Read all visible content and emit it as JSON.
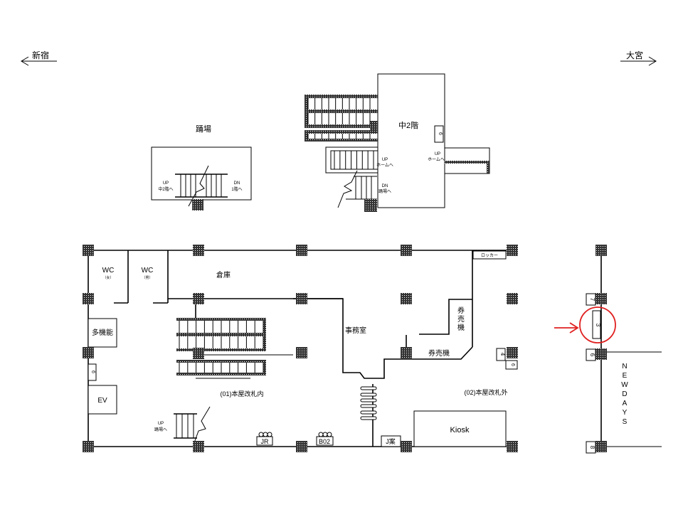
{
  "directions": {
    "left": {
      "label": "新宿"
    },
    "right": {
      "label": "大宮"
    }
  },
  "mezzanine_odoriba": {
    "title": "踊場",
    "stair_left": {
      "line1": "UP",
      "line2": "中2階へ"
    },
    "stair_right": {
      "line1": "DN",
      "line2": "1階へ"
    }
  },
  "mezzanine_2f": {
    "title": "中2階",
    "exit_number": "6",
    "stair_left_upper": {
      "line1": "UP",
      "line2": "ホームへ"
    },
    "stair_left_lower": {
      "line1": "DN",
      "line2": "踊場へ"
    },
    "stair_right": {
      "line1": "UP",
      "line2": "ホームへ"
    }
  },
  "main_floor": {
    "rooms": {
      "wc_women": {
        "label": "WC",
        "sub": "（女）"
      },
      "wc_men": {
        "label": "WC",
        "sub": "（男）"
      },
      "storage": "倉庫",
      "multipurpose_toilet": "多機能",
      "office": "事務室",
      "ticket_machine_vertical": [
        "券",
        "売",
        "機"
      ],
      "ticket_machine": "券売機",
      "locker": "ロッカー",
      "elevator": "EV",
      "kiosk": "Kiosk"
    },
    "exit_number_left": "6",
    "exit_number_right_4": "4",
    "exit_number_right_6": "6",
    "stair_up": {
      "line1": "UP",
      "line2": "踊場へ"
    },
    "areas": {
      "inside_gate": "(01)本屋改札内",
      "outside_gate": "(02)本屋改札外"
    },
    "signs": {
      "jr": "JR",
      "b02": "B02",
      "j_info": "J案"
    }
  },
  "right_wing": {
    "exit_numbers": [
      "7",
      "3",
      "6",
      "8"
    ],
    "shop": [
      "N",
      "E",
      "W",
      "D",
      "A",
      "Y",
      "S"
    ],
    "highlight": {
      "target": "3",
      "color": "#e02020"
    }
  }
}
